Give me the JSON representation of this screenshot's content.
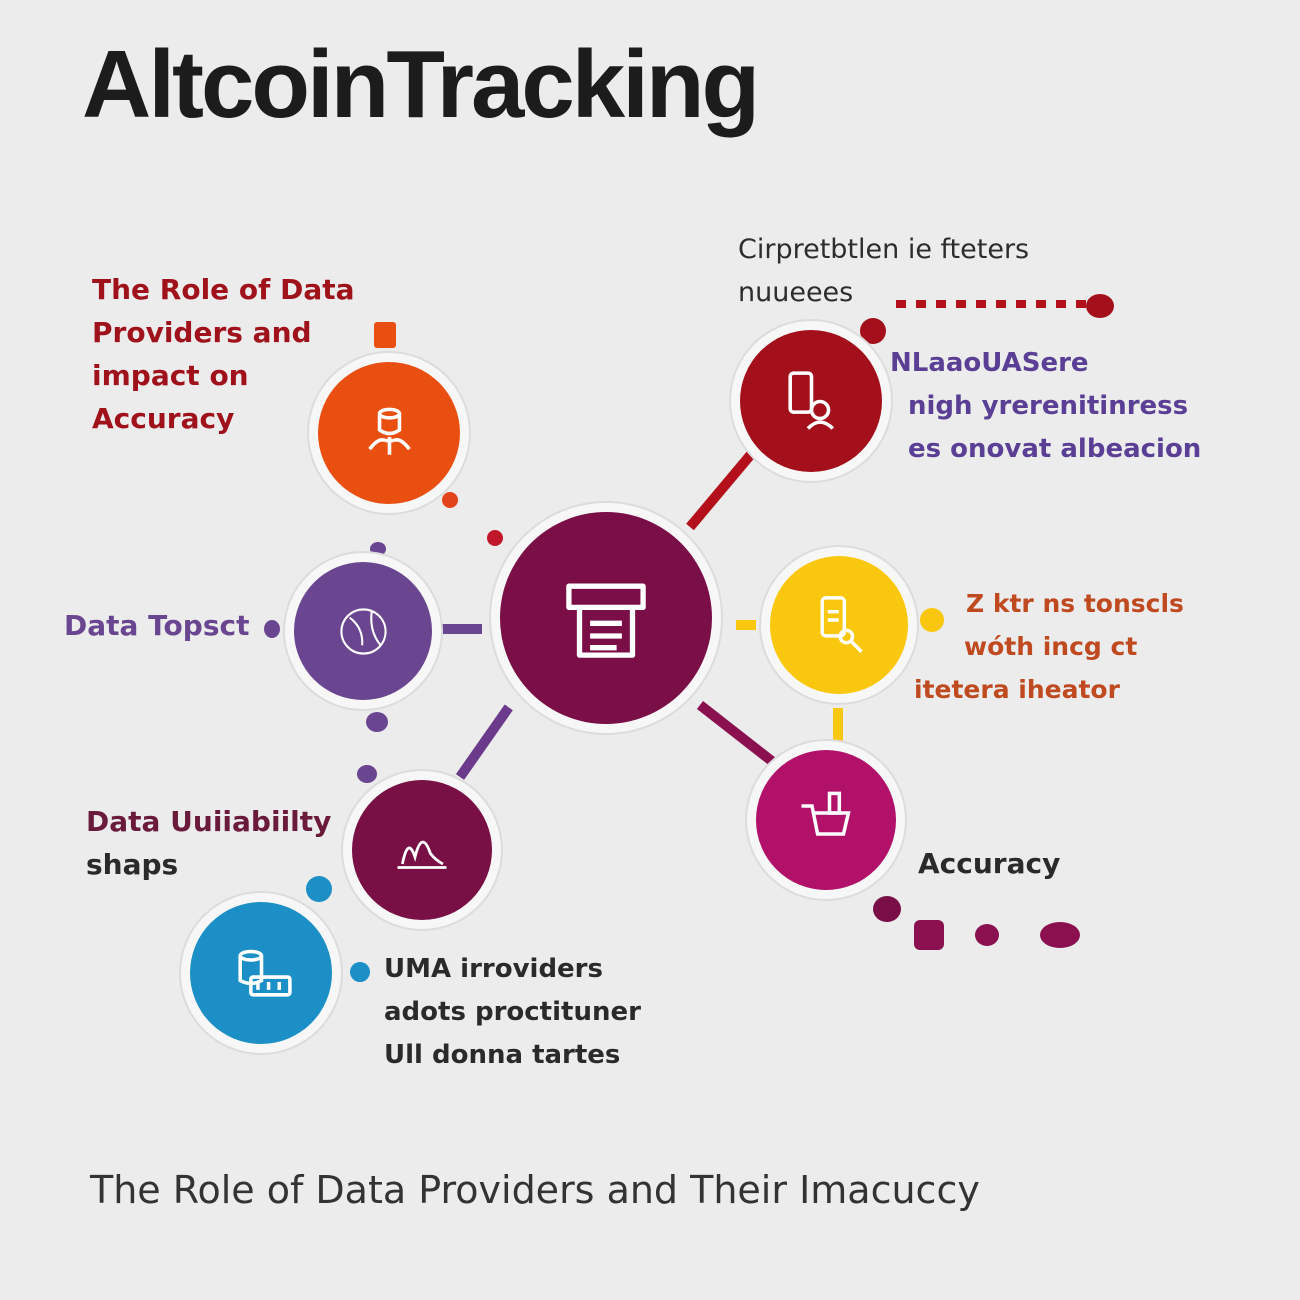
{
  "title": "AltcoinTracking",
  "caption": "The Role of Data Providers and Their Imacuccy",
  "colors": {
    "center": "#7a0e47",
    "orange": "#ea4f12",
    "darkred": "#a3101b",
    "purple": "#6b4690",
    "yellow": "#f9c80e",
    "magenta": "#b11168",
    "plum": "#780f45",
    "blue": "#1b8fc6"
  },
  "nodes": {
    "center": {
      "icon": "document-stack-icon"
    },
    "top_left": {
      "icon": "user-stack-icon",
      "label_lines": [
        "The Role of Data",
        "Providers and",
        "impact on",
        "Accuracy"
      ]
    },
    "top_right": {
      "icon": "phone-user-icon",
      "title_lines": [
        "Cirpretbtlen ie fteters",
        "nuueees"
      ],
      "label_lines": [
        "NLaaoUASere",
        "nigh yrerenitinress",
        "es onovat albeacion"
      ]
    },
    "left": {
      "icon": "globe-icon",
      "label": "Data Topsct"
    },
    "right": {
      "icon": "phone-search-icon",
      "label_lines": [
        "Z ktr ns tonscls",
        "wóth incg ct",
        "itetera iheator"
      ]
    },
    "bottom_left": {
      "icon": "chart-people-icon",
      "label_lines": [
        "Data Uuiiabiilty",
        "shaps"
      ]
    },
    "bottom_right": {
      "icon": "cart-icon",
      "label": "Accuracy"
    },
    "far_bottom_left": {
      "icon": "database-icon",
      "label_lines": [
        "UMA irrovi‌ders",
        "adots proctituner",
        "Ull donna tartes"
      ]
    }
  }
}
